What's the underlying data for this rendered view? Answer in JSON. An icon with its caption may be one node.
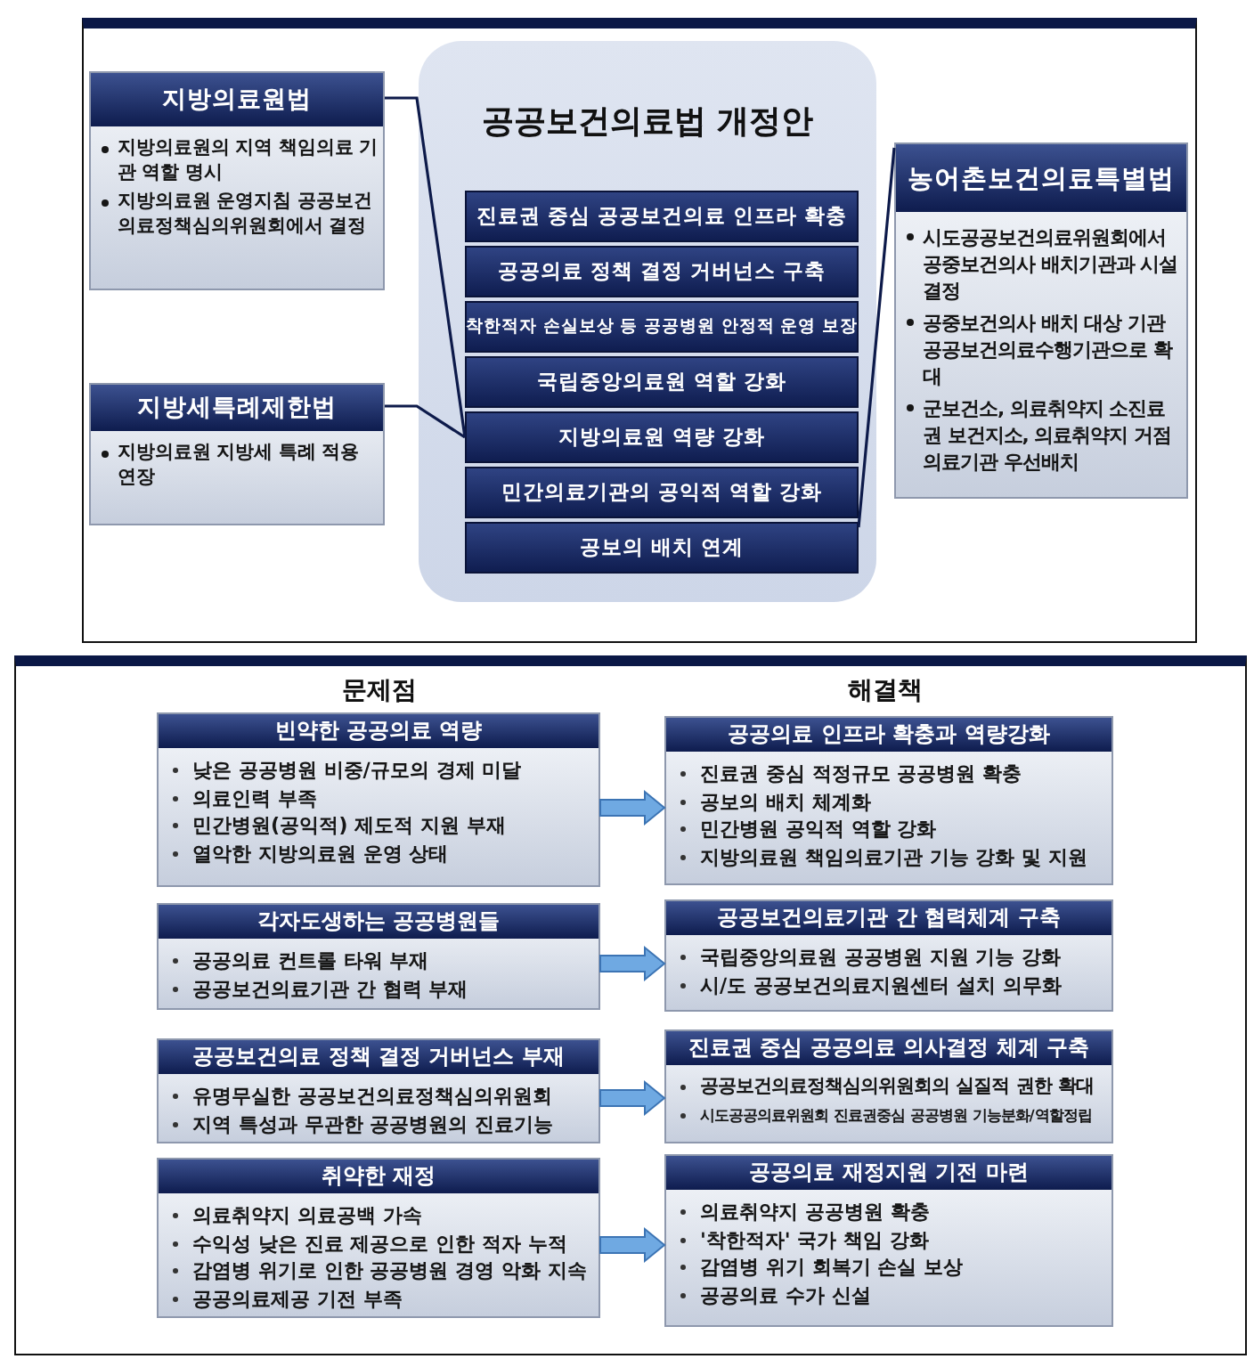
{
  "diagram": {
    "nodes": [
      {
        "text": [
          "지방의료원법",
          "지방의료원의 지역 책임의료 기관 역할 명시",
          "지방의료원 운영지침 공공보건의료정책심의위원회에서 결정"
        ]
      },
      {
        "text": [
          "지방세특례제한법",
          "지방의료원 지방세 특례 적용 연장"
        ]
      },
      {
        "text": [
          "공공보건의료법 개정안"
        ]
      },
      {
        "text": [
          "진료권 중심 공공보건의료 인프라 확충"
        ],
        "in": 2
      },
      {
        "text": [
          "공공의료 정책 결정 거버넌스 구축"
        ],
        "in": 2
      },
      {
        "text": [
          "착한적자 손실보상 등 공공병원 안정적 운영 보장"
        ],
        "in": 2
      },
      {
        "text": [
          "국립중앙의료원 역할 강화"
        ],
        "in": 2
      },
      {
        "text": [
          "지방의료원 역량 강화"
        ],
        "in": 2
      },
      {
        "text": [
          "민간의료기관의 공익적 역할 강화"
        ],
        "in": 2
      },
      {
        "text": [
          "공보의 배치 연계"
        ],
        "in": 2
      },
      {
        "text": [
          "농어촌보건의료특별법",
          "시도공공보건의료위원회에서 공중보건의사 배치기관과 시설 결정",
          "공중보건의사 배치 대상 기관 공공보건의료수행기관으로 확대",
          "군보건소, 의료취약지 소진료권 보건지소, 의료취약지 거점 의료기관 우선배치"
        ]
      },
      {
        "text": [
          "빈약한 공공의료 역량",
          "낮은 공공병원 비중/규모의 경제 미달",
          "의료인력 부족",
          "민간병원(공익적) 제도적 지원 부재",
          "열악한 지방의료원 운영 상태"
        ]
      },
      {
        "text": [
          "공공의료 인프라 확충과 역량강화",
          "진료권 중심 적정규모 공공병원 확충",
          "공보의 배치 체계화",
          "민간병원 공익적 역할 강화",
          "지방의료원 책임의료기관 기능 강화 및 지원"
        ]
      },
      {
        "text": [
          "각자도생하는 공공병원들",
          "공공의료 컨트롤 타워 부재",
          "공공보건의료기관 간 협력 부재"
        ]
      },
      {
        "text": [
          "공공보건의료기관 간 협력체계 구축",
          "국립중앙의료원 공공병원 지원 기능 강화",
          "시/도 공공보건의료지원센터 설치 의무화"
        ]
      },
      {
        "text": [
          "공공보건의료 정책 결정 거버넌스 부재",
          "유명무실한 공공보건의료정책심의위원회",
          "지역 특성과 무관한 공공병원의 진료기능"
        ]
      },
      {
        "text": [
          "진료권 중심 공공의료 의사결정 체계 구축",
          "공공보건의료정책심의위원회의 실질적 권한 확대",
          "시도공공의료위원회 진료권중심 공공병원 기능분화/역할정립"
        ]
      },
      {
        "text": [
          "취약한 재정",
          "의료취약지 의료공백 가속",
          "수익성 낮은 진료 제공으로 인한 적자 누적",
          "감염병 위기로 인한 공공병원 경영 악화 지속",
          "공공의료제공 기전 부족"
        ]
      },
      {
        "text": [
          "공공의료 재정지원 기전 마련",
          "의료취약지 공공병원 확충",
          "'착한적자' 국가 책임 강화",
          "감염병 위기 회복기 손실 보상",
          "공공의료 수가 신설"
        ]
      }
    ],
    "edges": [
      {
        "from": 0,
        "to": 7,
        "arrow": "none"
      },
      {
        "from": 1,
        "to": 7,
        "arrow": "none"
      },
      {
        "from": 10,
        "to": 9,
        "arrow": "none"
      },
      {
        "from": 11,
        "to": 12,
        "arrow": "to"
      },
      {
        "from": 13,
        "to": 14,
        "arrow": "to"
      },
      {
        "from": 15,
        "to": 16,
        "arrow": "to"
      },
      {
        "from": 17,
        "to": 18,
        "arrow": "to"
      }
    ],
    "labels": [
      "문제점",
      "해결책"
    ]
  }
}
